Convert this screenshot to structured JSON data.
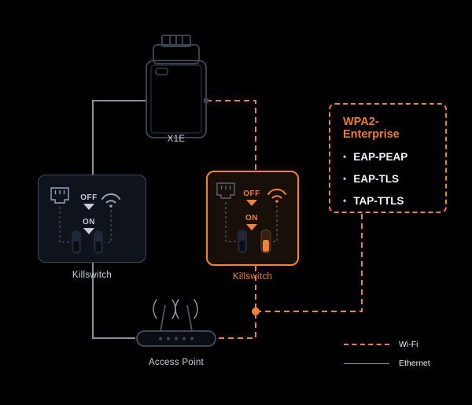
{
  "devices": {
    "x1e": {
      "label": "X1E"
    },
    "killswitch_left": {
      "label": "Killswitch",
      "off_label": "OFF",
      "on_label": "ON"
    },
    "killswitch_right": {
      "label": "Killswitch",
      "off_label": "OFF",
      "on_label": "ON"
    },
    "access_point": {
      "label": "Access Point"
    }
  },
  "wpa2_panel": {
    "title": "WPA2-Enterprise",
    "items": [
      "EAP-PEAP",
      "EAP-TLS",
      "TAP-TTLS"
    ]
  },
  "legend": {
    "wifi_label": "Wi-Fi",
    "ethernet_label": "Ethernet"
  },
  "colors": {
    "background": "#000000",
    "accent_orange": "#ef8338",
    "ethernet_line_gray": "#8a909c",
    "device_outline": "#3a4150",
    "label_text": "#cdd3e4"
  }
}
